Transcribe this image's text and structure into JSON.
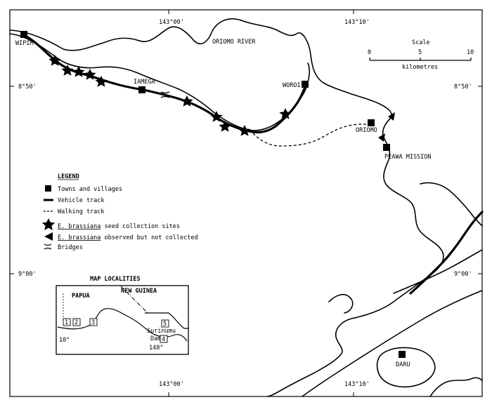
{
  "map": {
    "top_coords": [
      "143°00'",
      "143°10'"
    ],
    "bottom_coords": [
      "143°00'",
      "143°10'"
    ],
    "left_coords": [
      "8°50'",
      "9°00'"
    ],
    "right_coords": [
      "8°50'",
      "9°00'"
    ],
    "river_label": "ORIOMO RIVER",
    "places": [
      {
        "name": "WIPIM"
      },
      {
        "name": "IAMEGA"
      },
      {
        "name": "WOROI"
      },
      {
        "name": "ORIOMO"
      },
      {
        "name": "PEAWA MISSION"
      },
      {
        "name": "DARU"
      }
    ],
    "scale": {
      "title": "Scale",
      "ticks": [
        "0",
        "5",
        "10"
      ],
      "unit": "kilometres"
    },
    "legend": {
      "title": "LEGEND",
      "items": [
        {
          "symbol": "town-square",
          "text": "Towns and villages"
        },
        {
          "symbol": "vehicle-track",
          "text": "Vehicle track"
        },
        {
          "symbol": "walking-track",
          "text": "Walking track"
        },
        {
          "symbol": "star",
          "species": "E. brassiana",
          "text": " seed collection sites"
        },
        {
          "symbol": "triangle",
          "species": "E. brassiana",
          "text": " observed but not collected"
        },
        {
          "symbol": "bridge",
          "text": "Bridges"
        }
      ]
    },
    "inset": {
      "title": "MAP LOCALITIES",
      "labels": {
        "papua": "PAPUA",
        "new_guinea": "NEW GUINEA",
        "surinumu": "Surinumu",
        "dam": "Dam",
        "lat": "10°",
        "lon": "148°"
      },
      "boxes": [
        "1",
        "2",
        "3",
        "4",
        "5"
      ]
    }
  }
}
